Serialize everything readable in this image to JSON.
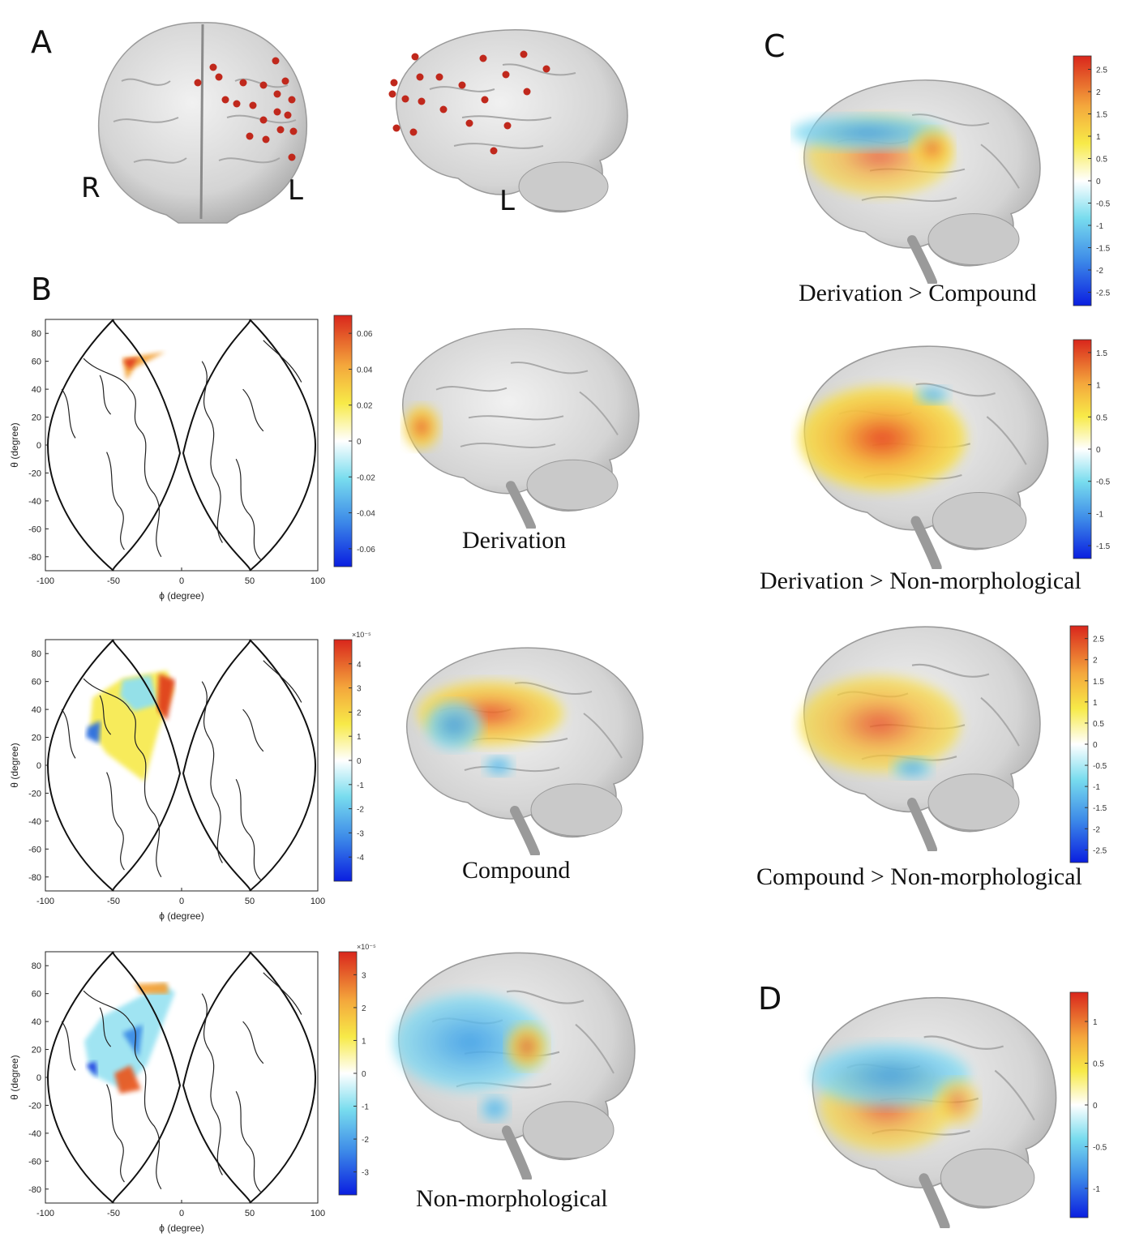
{
  "panels": {
    "A": "A",
    "B": "B",
    "C": "C",
    "D": "D"
  },
  "panel_a": {
    "right_label": "R",
    "left_label": "L",
    "side_label": "L"
  },
  "projection_plots": {
    "xlabel": "ϕ (degree)",
    "ylabel": "θ (degree)",
    "xticks": [
      "-100",
      "-50",
      "0",
      "50",
      "100"
    ],
    "yticks": [
      "80",
      "60",
      "40",
      "20",
      "0",
      "-20",
      "-40",
      "-60",
      "-80"
    ]
  },
  "chart_data": [
    {
      "type": "heatmap",
      "panel": "B",
      "caption": "Derivation",
      "xlabel": "ϕ (degree)",
      "ylabel": "θ (degree)",
      "xlim": [
        -100,
        100
      ],
      "ylim": [
        -90,
        90
      ],
      "colorbar": {
        "ticks": [
          "0.06",
          "0.04",
          "0.02",
          "0",
          "-0.02",
          "-0.04",
          "-0.06"
        ],
        "min": -0.07,
        "max": 0.07,
        "exponent": ""
      }
    },
    {
      "type": "heatmap",
      "panel": "B",
      "caption": "Compound",
      "xlabel": "ϕ (degree)",
      "ylabel": "θ (degree)",
      "xlim": [
        -100,
        100
      ],
      "ylim": [
        -90,
        90
      ],
      "colorbar": {
        "ticks": [
          "4",
          "3",
          "2",
          "1",
          "0",
          "-1",
          "-2",
          "-3",
          "-4"
        ],
        "min": -5,
        "max": 5,
        "exponent": "×10⁻⁵"
      }
    },
    {
      "type": "heatmap",
      "panel": "B",
      "caption": "Non-morphological",
      "xlabel": "ϕ (degree)",
      "ylabel": "θ (degree)",
      "xlim": [
        -100,
        100
      ],
      "ylim": [
        -90,
        90
      ],
      "colorbar": {
        "ticks": [
          "3",
          "2",
          "1",
          "0",
          "-1",
          "-2",
          "-3"
        ],
        "min": -3.7,
        "max": 3.7,
        "exponent": "×10⁻⁵"
      }
    },
    {
      "type": "heatmap",
      "panel": "C",
      "caption": "Derivation > Compound",
      "colorbar": {
        "ticks": [
          "2.5",
          "2",
          "1.5",
          "1",
          "0.5",
          "0",
          "-0.5",
          "-1",
          "-1.5",
          "-2",
          "-2.5"
        ],
        "min": -2.8,
        "max": 2.8
      }
    },
    {
      "type": "heatmap",
      "panel": "C",
      "caption": "Derivation > Non-morphological",
      "colorbar": {
        "ticks": [
          "1.5",
          "1",
          "0.5",
          "0",
          "-0.5",
          "-1",
          "-1.5"
        ],
        "min": -1.7,
        "max": 1.7
      }
    },
    {
      "type": "heatmap",
      "panel": "C",
      "caption": "Compound > Non-morphological",
      "colorbar": {
        "ticks": [
          "2.5",
          "2",
          "1.5",
          "1",
          "0.5",
          "0",
          "-0.5",
          "-1",
          "-1.5",
          "-2",
          "-2.5"
        ],
        "min": -2.8,
        "max": 2.8
      }
    },
    {
      "type": "heatmap",
      "panel": "D",
      "caption": "",
      "colorbar": {
        "ticks": [
          "1",
          "0.5",
          "0",
          "-0.5",
          "-1"
        ],
        "min": -1.35,
        "max": 1.35
      }
    }
  ],
  "colors": {
    "positive": "#e0301e",
    "mid_positive": "#f5e23a",
    "zero": "#ffffff",
    "mid_negative": "#5fd6ea",
    "negative": "#1030e8",
    "brain": "#d4d4d4",
    "electrode": "#c0281c"
  }
}
